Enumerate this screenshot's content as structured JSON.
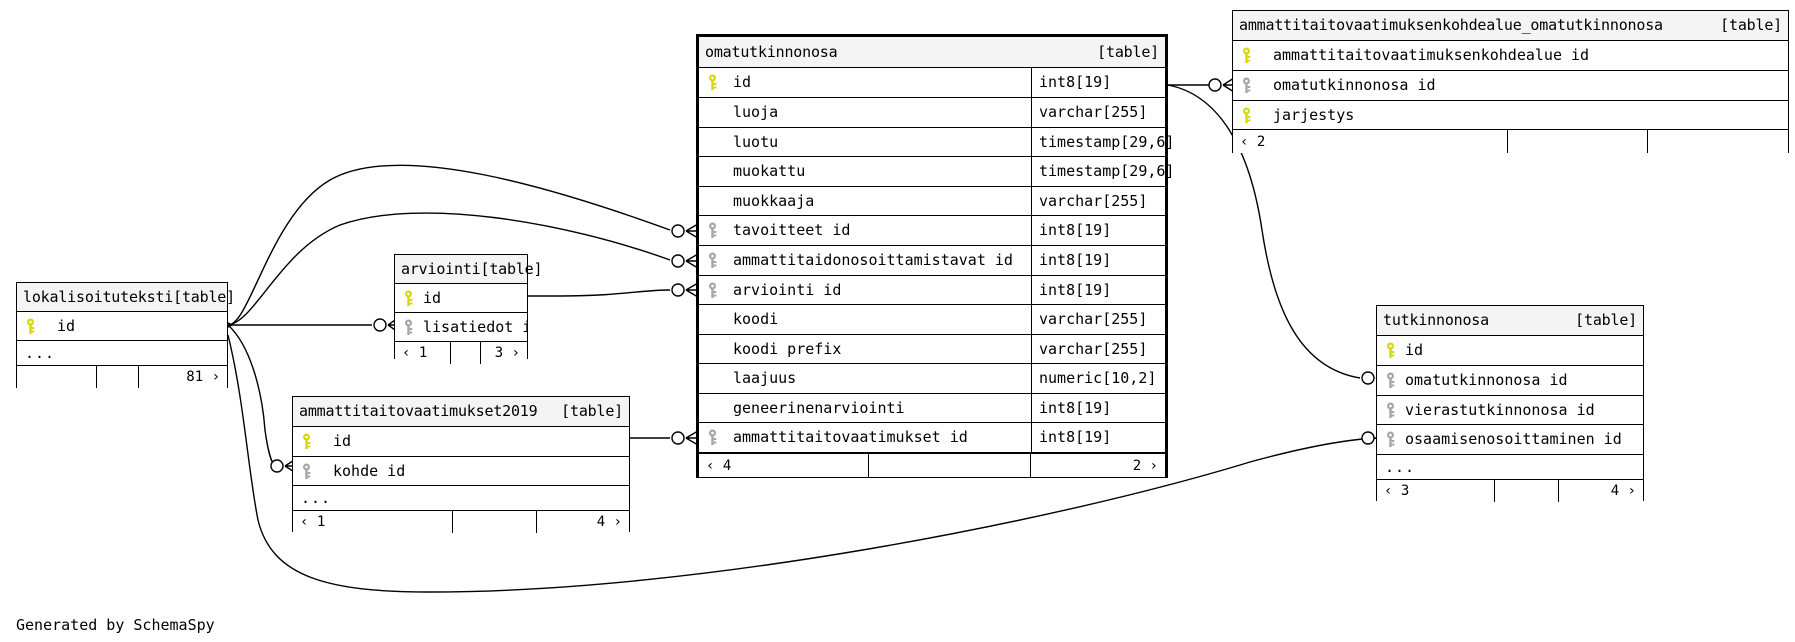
{
  "diagram": {
    "tool": "SchemaSpy",
    "credit": "Generated by SchemaSpy",
    "table_tag": "[table]",
    "ellipsis": "...",
    "colors": {
      "primary_key": "#d8d800",
      "foreign_key": "#a6a6a6",
      "header_bg": "#f4f4f4",
      "border": "#000000",
      "background": "#ffffff"
    },
    "icons": {
      "primary_key": "key-icon-yellow",
      "foreign_key": "key-icon-gray",
      "left_arrow": "chevron-left-icon",
      "right_arrow": "chevron-right-icon",
      "relation_zero": "circle-zero-icon",
      "relation_many": "crows-foot-icon"
    }
  },
  "tables": {
    "omatutkinnonosa": {
      "name": "omatutkinnonosa",
      "tag": "[table]",
      "emphasis": true,
      "columns": [
        {
          "key": "pk",
          "name": "id",
          "type": "int8[19]"
        },
        {
          "key": "none",
          "name": "luoja",
          "type": "varchar[255]"
        },
        {
          "key": "none",
          "name": "luotu",
          "type": "timestamp[29,6]"
        },
        {
          "key": "none",
          "name": "muokattu",
          "type": "timestamp[29,6]"
        },
        {
          "key": "none",
          "name": "muokkaaja",
          "type": "varchar[255]"
        },
        {
          "key": "fk",
          "name": "tavoitteet_id",
          "type": "int8[19]"
        },
        {
          "key": "fk",
          "name": "ammattitaidonosoittamistavat_id",
          "type": "int8[19]"
        },
        {
          "key": "fk",
          "name": "arviointi_id",
          "type": "int8[19]"
        },
        {
          "key": "none",
          "name": "koodi",
          "type": "varchar[255]"
        },
        {
          "key": "none",
          "name": "koodi_prefix",
          "type": "varchar[255]"
        },
        {
          "key": "none",
          "name": "laajuus",
          "type": "numeric[10,2]"
        },
        {
          "key": "none",
          "name": "geneerinenarviointi",
          "type": "int8[19]"
        },
        {
          "key": "fk",
          "name": "ammattitaitovaatimukset_id",
          "type": "int8[19]"
        }
      ],
      "footer": {
        "left": "‹ 4",
        "middle": "",
        "right": "2 ›"
      }
    },
    "ammattitaitovaatimuksenkohdealue_omatutkinnonosa": {
      "name": "ammattitaitovaatimuksenkohdealue_omatutkinnonosa",
      "tag": "[table]",
      "emphasis": false,
      "columns": [
        {
          "key": "pk",
          "name": "ammattitaitovaatimuksenkohdealue_id",
          "type": ""
        },
        {
          "key": "fk",
          "name": "omatutkinnonosa_id",
          "type": ""
        },
        {
          "key": "pk",
          "name": "jarjestys",
          "type": ""
        }
      ],
      "footer": {
        "left": "‹ 2",
        "middle": "",
        "right": ""
      }
    },
    "lokalisoituteksti": {
      "name": "lokalisoituteksti",
      "tag": "[table]",
      "emphasis": false,
      "columns": [
        {
          "key": "pk",
          "name": "id",
          "type": ""
        }
      ],
      "has_ellipsis": true,
      "footer": {
        "left": "",
        "middle": "",
        "right": "81 ›"
      }
    },
    "arviointi": {
      "name": "arviointi",
      "tag": "[table]",
      "emphasis": false,
      "columns": [
        {
          "key": "pk",
          "name": "id",
          "type": ""
        },
        {
          "key": "fk",
          "name": "lisatiedot_id",
          "type": ""
        }
      ],
      "footer": {
        "left": "‹ 1",
        "middle": "",
        "right": "3 ›"
      }
    },
    "ammattitaitovaatimukset2019": {
      "name": "ammattitaitovaatimukset2019",
      "tag": "[table]",
      "emphasis": false,
      "columns": [
        {
          "key": "pk",
          "name": "id",
          "type": ""
        },
        {
          "key": "fk",
          "name": "kohde_id",
          "type": ""
        }
      ],
      "has_ellipsis": true,
      "footer": {
        "left": "‹ 1",
        "middle": "",
        "right": "4 ›"
      }
    },
    "tutkinnonosa": {
      "name": "tutkinnonosa",
      "tag": "[table]",
      "emphasis": false,
      "columns": [
        {
          "key": "pk",
          "name": "id",
          "type": ""
        },
        {
          "key": "fk",
          "name": "omatutkinnonosa_id",
          "type": ""
        },
        {
          "key": "fk",
          "name": "vierastutkinnonosa_id",
          "type": ""
        },
        {
          "key": "fk",
          "name": "osaamisenosoittaminen_id",
          "type": ""
        }
      ],
      "has_ellipsis": true,
      "footer": {
        "left": "‹ 3",
        "middle": "",
        "right": "4 ›"
      }
    }
  }
}
